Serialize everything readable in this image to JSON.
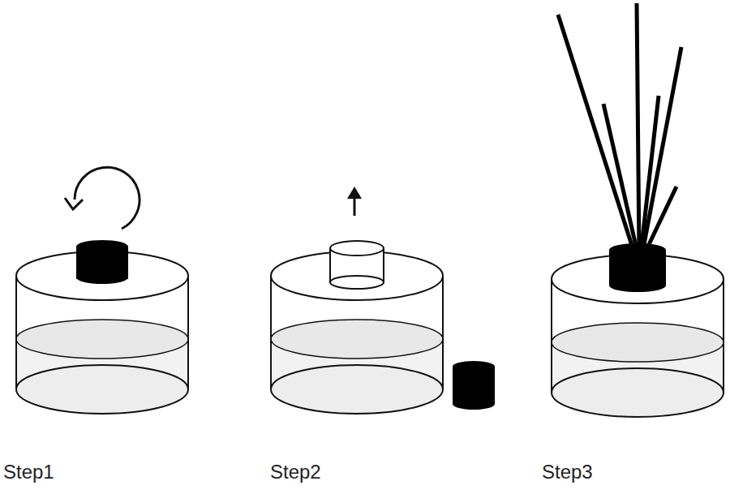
{
  "diagram": {
    "labels": [
      "Step1",
      "Step2",
      "Step3"
    ]
  }
}
